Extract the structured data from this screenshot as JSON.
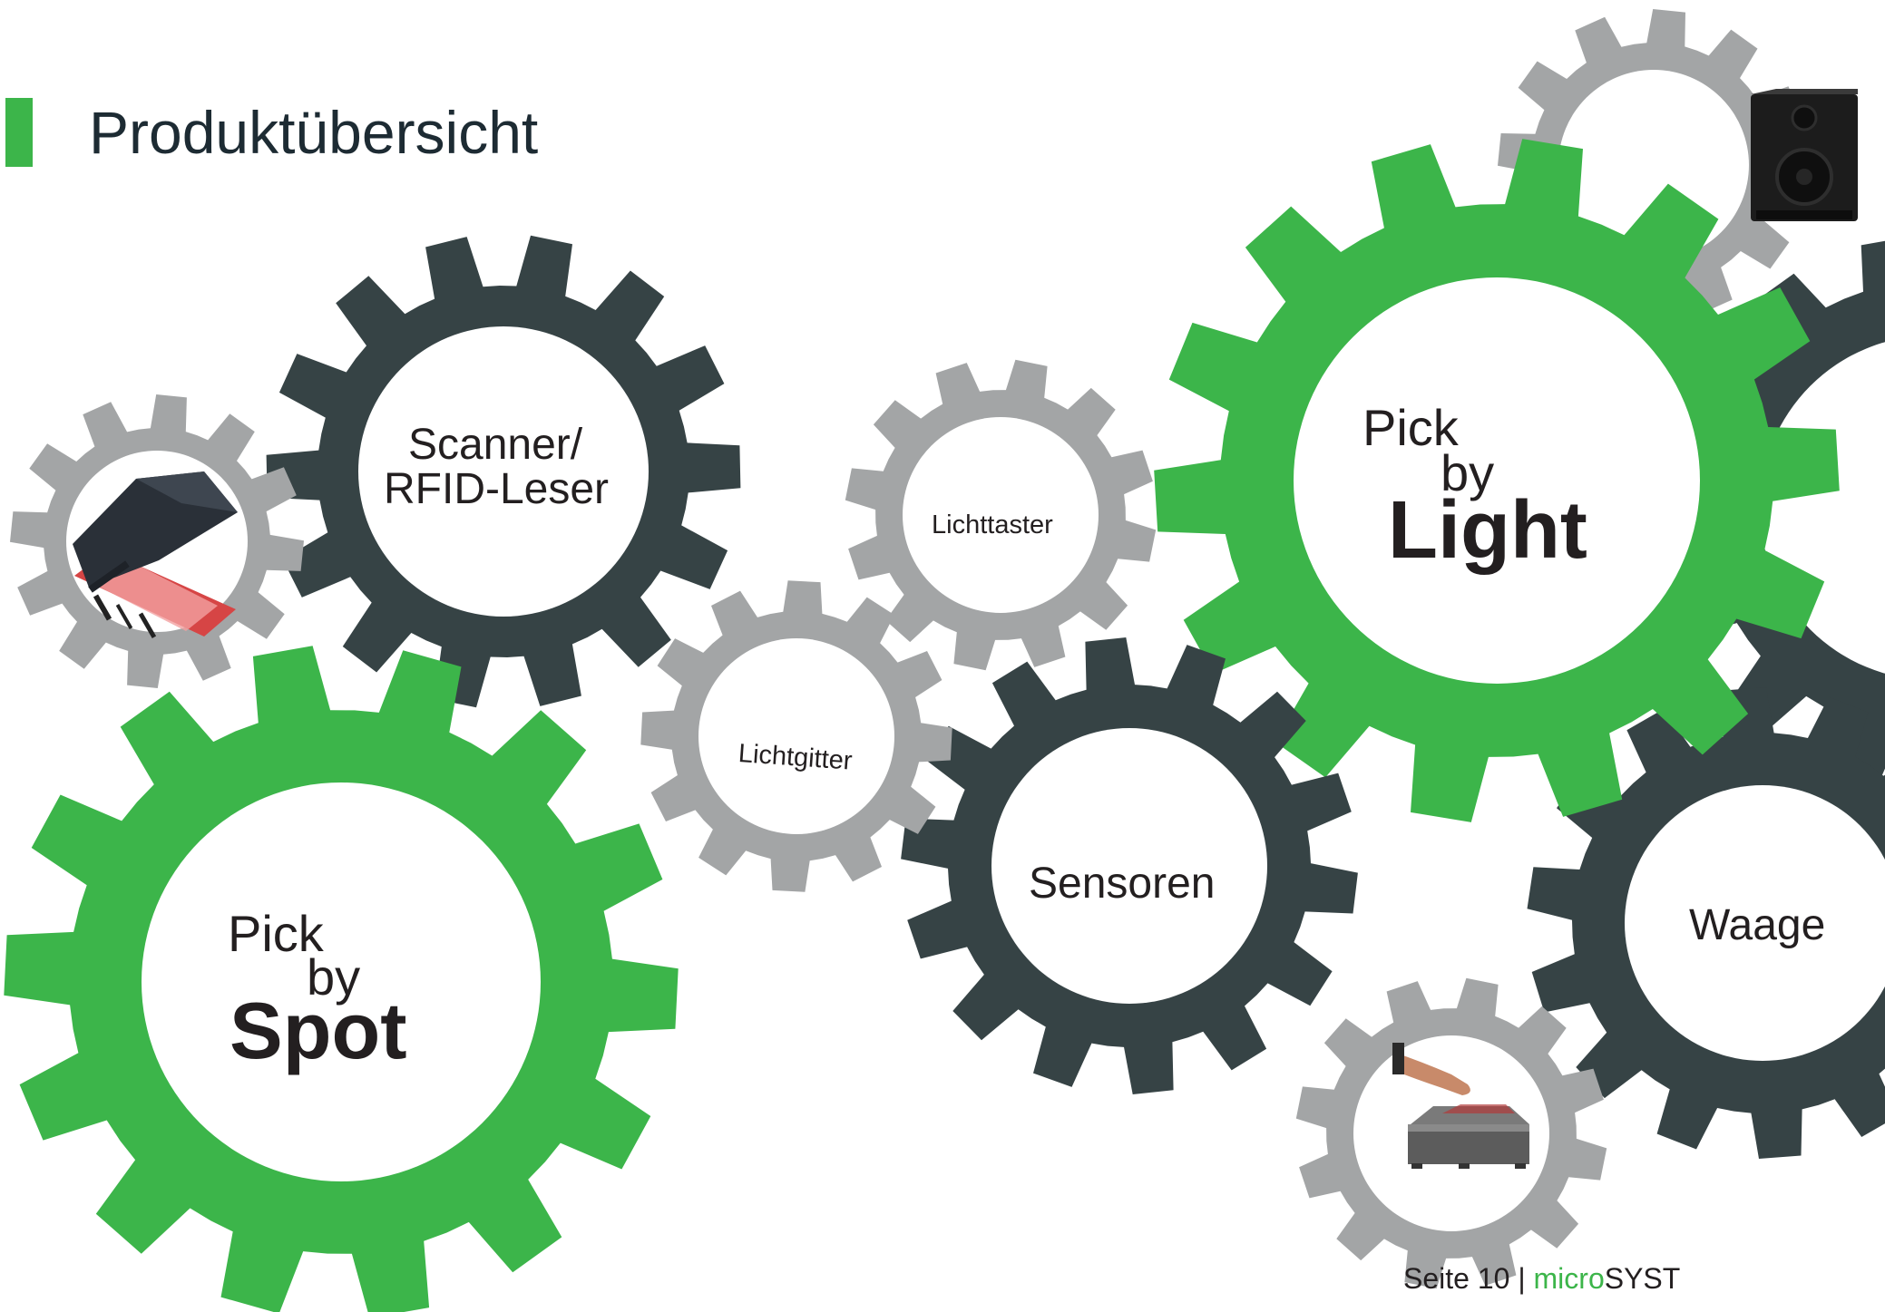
{
  "header": {
    "title": "Produktübersicht"
  },
  "gears": {
    "scanner": {
      "line1": "Scanner/",
      "line2": "RFID-Leser"
    },
    "lichttaster": {
      "label": "Lichttaster"
    },
    "lichtgitter": {
      "label": "Lichtgitter"
    },
    "pick_by_light": {
      "line1": "Pick",
      "line2": "by",
      "line3": "Light"
    },
    "pick_by_spot": {
      "line1": "Pick",
      "line2": "by",
      "line3": "Spot"
    },
    "sensoren": {
      "label": "Sensoren"
    },
    "waage": {
      "label": "Waage"
    },
    "icons": [
      "barcode-scanner-icon",
      "speaker-icon",
      "scale-icon"
    ]
  },
  "footer": {
    "page": "Seite 10",
    "separator": "|",
    "brand_highlight": "micro",
    "brand_rest": "SYST"
  },
  "colors": {
    "green": "#3cb54a",
    "dark": "#364345",
    "grey": "#a3a5a6",
    "text": "#231f20"
  }
}
